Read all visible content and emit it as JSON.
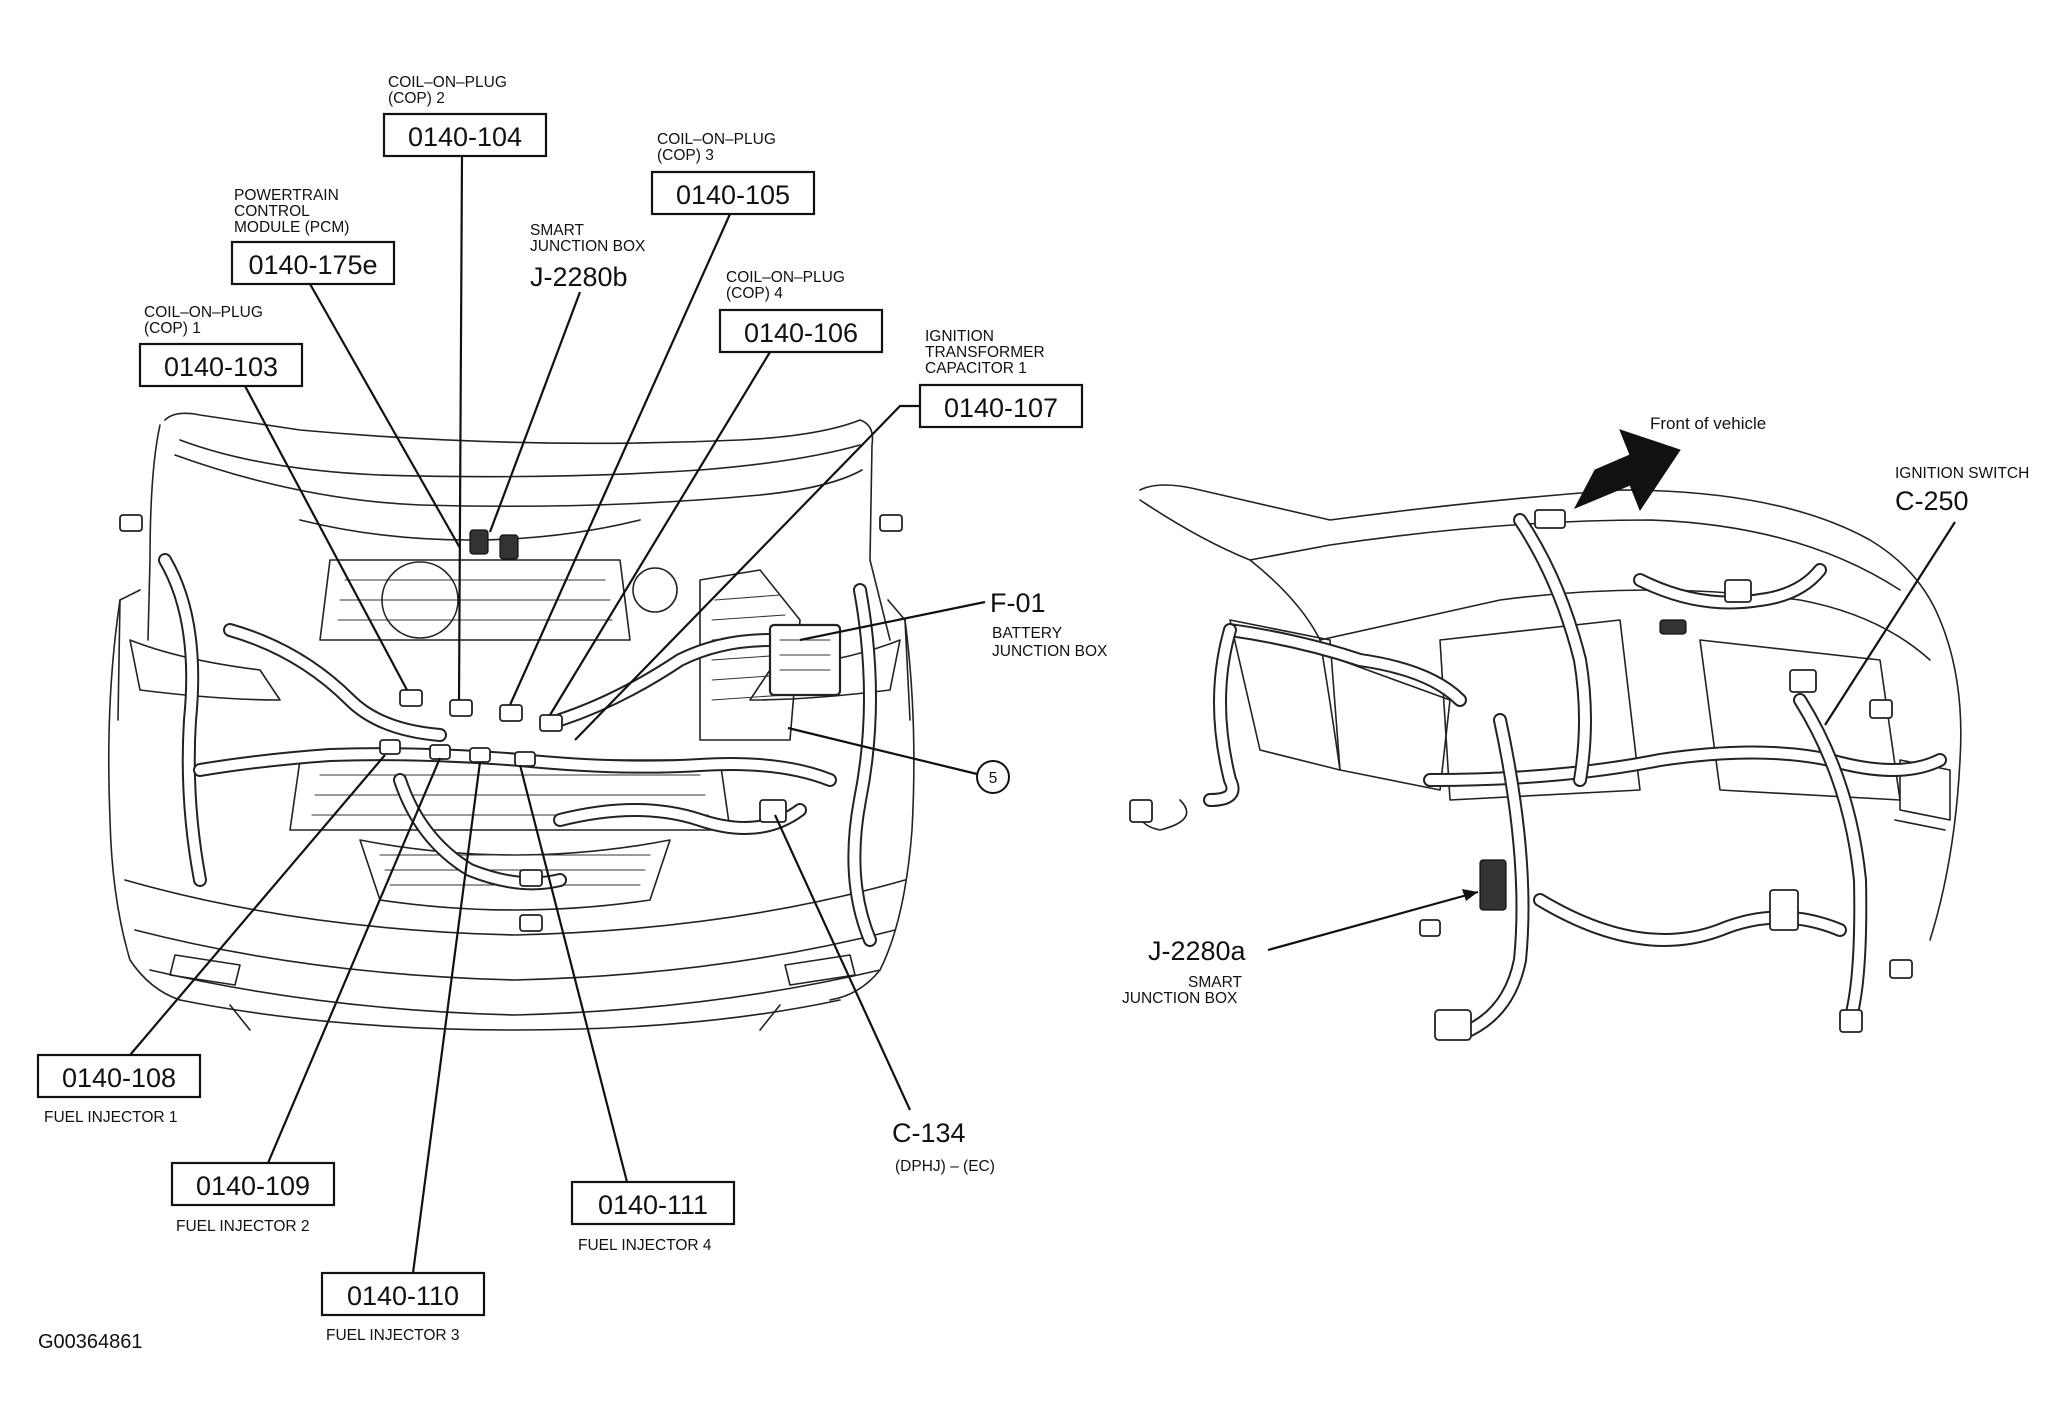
{
  "callouts": {
    "cop1": {
      "caption": [
        "COIL–ON–PLUG",
        "(COP) 1"
      ],
      "code": "0140-103"
    },
    "pcm": {
      "caption": [
        "POWERTRAIN",
        "CONTROL",
        "MODULE (PCM)"
      ],
      "code": "0140-175e"
    },
    "cop2": {
      "caption": [
        "COIL–ON–PLUG",
        "(COP) 2"
      ],
      "code": "0140-104"
    },
    "sjb_b": {
      "caption": [
        "SMART",
        "JUNCTION BOX"
      ],
      "code": "J-2280b"
    },
    "cop3": {
      "caption": [
        "COIL–ON–PLUG",
        "(COP) 3"
      ],
      "code": "0140-105"
    },
    "cop4": {
      "caption": [
        "COIL–ON–PLUG",
        "(COP) 4"
      ],
      "code": "0140-106"
    },
    "itc1": {
      "caption": [
        "IGNITION",
        "TRANSFORMER",
        "CAPACITOR 1"
      ],
      "code": "0140-107"
    },
    "f01": {
      "code": "F-01",
      "caption": [
        "BATTERY",
        "JUNCTION BOX"
      ]
    },
    "circle5": {
      "text": "5"
    },
    "c134": {
      "code": "C-134",
      "caption": [
        "(DPHJ) – (EC)"
      ]
    },
    "inj1": {
      "code": "0140-108",
      "caption": [
        "FUEL INJECTOR 1"
      ]
    },
    "inj2": {
      "code": "0140-109",
      "caption": [
        "FUEL INJECTOR 2"
      ]
    },
    "inj3": {
      "code": "0140-110",
      "caption": [
        "FUEL INJECTOR 3"
      ]
    },
    "inj4": {
      "code": "0140-111",
      "caption": [
        "FUEL INJECTOR 4"
      ]
    },
    "front": {
      "text": "Front of vehicle"
    },
    "c250": {
      "caption": [
        "IGNITION SWITCH"
      ],
      "code": "C-250"
    },
    "sjb_a": {
      "code": "J-2280a",
      "caption": [
        "SMART",
        "JUNCTION BOX"
      ]
    }
  },
  "figure_id": "G00364861"
}
